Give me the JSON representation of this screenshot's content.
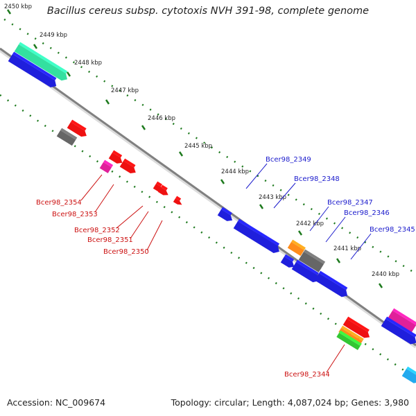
{
  "title": "Bacillus cereus subsp. cytotoxis NVH 391-98, complete genome",
  "footer": {
    "accession": "Accession: NC_009674",
    "topology": "Topology: circular; Length: 4,087,024 bp; Genes: 3,980"
  },
  "colors": {
    "backbone": "#808080",
    "tick": "#1e7a1e",
    "label_top": "#1a1acc",
    "label_bottom": "#cc1111",
    "blue": "#1f1fdc",
    "red": "#ee1111",
    "gray": "#666666",
    "orange": "#ff8c1a",
    "green": "#33c633",
    "mint": "#33e0a0",
    "magenta": "#e0209a",
    "cyan": "#22aaee"
  },
  "kbp_ticks": [
    {
      "label": "2450 kbp"
    },
    {
      "label": "2449 kbp"
    },
    {
      "label": "2448 kbp"
    },
    {
      "label": "2447 kbp"
    },
    {
      "label": "2446 kbp"
    },
    {
      "label": "2445 kbp"
    },
    {
      "label": "2444 kbp"
    },
    {
      "label": "2443 kbp"
    },
    {
      "label": "2442 kbp"
    },
    {
      "label": "2441 kbp"
    },
    {
      "label": "2440 kbp"
    }
  ],
  "gene_labels_top": [
    {
      "name": "Bcer98_2349"
    },
    {
      "name": "Bcer98_2348"
    },
    {
      "name": "Bcer98_2347"
    },
    {
      "name": "Bcer98_2346"
    },
    {
      "name": "Bcer98_2345"
    }
  ],
  "gene_labels_bottom": [
    {
      "name": "Bcer98_2354"
    },
    {
      "name": "Bcer98_2353"
    },
    {
      "name": "Bcer98_2352"
    },
    {
      "name": "Bcer98_2351"
    },
    {
      "name": "Bcer98_2350"
    },
    {
      "name": "Bcer98_2344"
    }
  ],
  "features": [
    {
      "color": "mint"
    },
    {
      "color": "blue"
    },
    {
      "color": "gray"
    },
    {
      "color": "red"
    },
    {
      "color": "magenta"
    },
    {
      "color": "red"
    },
    {
      "color": "red"
    },
    {
      "color": "red"
    },
    {
      "color": "red"
    },
    {
      "color": "red"
    },
    {
      "color": "blue"
    },
    {
      "color": "blue"
    },
    {
      "color": "orange"
    },
    {
      "color": "gray"
    },
    {
      "color": "blue"
    },
    {
      "color": "blue"
    },
    {
      "color": "blue"
    },
    {
      "color": "magenta"
    },
    {
      "color": "blue"
    },
    {
      "color": "red"
    },
    {
      "color": "orange"
    },
    {
      "color": "green"
    },
    {
      "color": "cyan"
    }
  ]
}
